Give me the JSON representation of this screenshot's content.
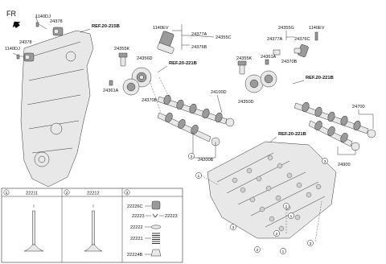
{
  "direction_label": "FR",
  "refs": {
    "ref_215": "REF.20-215B",
    "ref_221_a": "REF.20-221B",
    "ref_221_b": "REF.20-221B",
    "ref_221_c": "REF.20-221B"
  },
  "part_labels": {
    "p1140DJ_a": "1140DJ",
    "p24378_a": "24378",
    "p24378_b": "24378",
    "p1140DJ_b": "1140DJ",
    "p1140EV_a": "1140EV",
    "p24377A_a": "24377A",
    "p24355C": "24355C",
    "p24376B_a": "24376B",
    "p24355K_a": "24355K",
    "p24356D_a": "24356D",
    "p24361A_a": "24361A",
    "p24370B_a": "24370B",
    "p24100D": "24100D",
    "p24200B": "24200B",
    "p24355G": "24355G",
    "p1140EV_b": "1140EV",
    "p24377A_b": "24377A",
    "p24376C": "24376C",
    "p24355K_b": "24355K",
    "p24361A_b": "24361A",
    "p24370B_b": "24370B",
    "p24350D": "24350D",
    "p24700": "24700",
    "p24900": "24900"
  },
  "callouts": [
    "1",
    "2",
    "3",
    "1",
    "2",
    "3",
    "2",
    "1",
    "3",
    "3"
  ],
  "table": {
    "col1_num": "1",
    "col1_part": "22211",
    "col2_num": "2",
    "col2_part": "22212",
    "col3_num": "3",
    "col3_parts": {
      "p22226C": "22226C",
      "p22223_a": "22223",
      "p22223_b": "22223",
      "p22222": "22222",
      "p22221": "22221",
      "p22224B": "22224B"
    }
  }
}
